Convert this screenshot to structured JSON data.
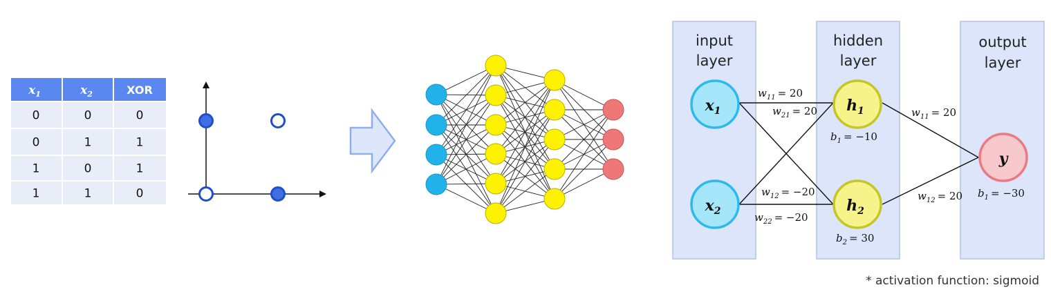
{
  "table": {
    "headers": [
      "x",
      "x",
      "XOR"
    ],
    "header_subscripts": [
      "1",
      "2",
      ""
    ],
    "rows": [
      [
        "0",
        "0",
        "0"
      ],
      [
        "0",
        "1",
        "1"
      ],
      [
        "1",
        "0",
        "1"
      ],
      [
        "1",
        "1",
        "0"
      ]
    ]
  },
  "network": {
    "layers": [
      {
        "label_lines": [
          "input",
          "layer"
        ]
      },
      {
        "label_lines": [
          "hidden",
          "layer"
        ]
      },
      {
        "label_lines": [
          "output",
          "layer"
        ]
      }
    ],
    "nodes": {
      "x1": {
        "main": "x",
        "sub": "1"
      },
      "x2": {
        "main": "x",
        "sub": "2"
      },
      "h1": {
        "main": "h",
        "sub": "1"
      },
      "h2": {
        "main": "h",
        "sub": "2"
      },
      "y": {
        "main": "y",
        "sub": ""
      }
    },
    "weights": {
      "w11_in": {
        "main": "w",
        "sub": "11",
        "value": "= 20"
      },
      "w21_in": {
        "main": "w",
        "sub": "21",
        "value": "= 20"
      },
      "w12_in": {
        "main": "w",
        "sub": "12",
        "value": "= −20"
      },
      "w22_in": {
        "main": "w",
        "sub": "22",
        "value": "= −20"
      },
      "w11_out": {
        "main": "w",
        "sub": "11",
        "value": "= 20"
      },
      "w12_out": {
        "main": "w",
        "sub": "12",
        "value": "= 20"
      }
    },
    "biases": {
      "b1_hidden": {
        "main": "b",
        "sub": "1",
        "value": "= −10"
      },
      "b2_hidden": {
        "main": "b",
        "sub": "2",
        "value": "= 30"
      },
      "b1_out": {
        "main": "b",
        "sub": "1",
        "value": "= −30"
      }
    },
    "footnote": "* activation function: sigmoid"
  },
  "colors": {
    "table_header": "#5B87F0",
    "table_row": "#E8EDF7",
    "point_filled": "#3F6FE0",
    "point_stroke": "#1E4FC9",
    "arrow_fill": "#DDE6FA",
    "arrow_stroke": "#8FAFEA",
    "nn_input": "#22B2EA",
    "nn_hidden": "#FFF200",
    "nn_output": "#EE7777",
    "panel_fill": "#DCE5FA",
    "panel_stroke": "#B3C3E3",
    "node_x": "#A5E6FA",
    "node_x_stroke": "#2FB9EA",
    "node_h": "#F6F38A",
    "node_h_stroke": "#C5C52A",
    "node_y": "#F7C9CC",
    "node_y_stroke": "#EB7B82"
  }
}
